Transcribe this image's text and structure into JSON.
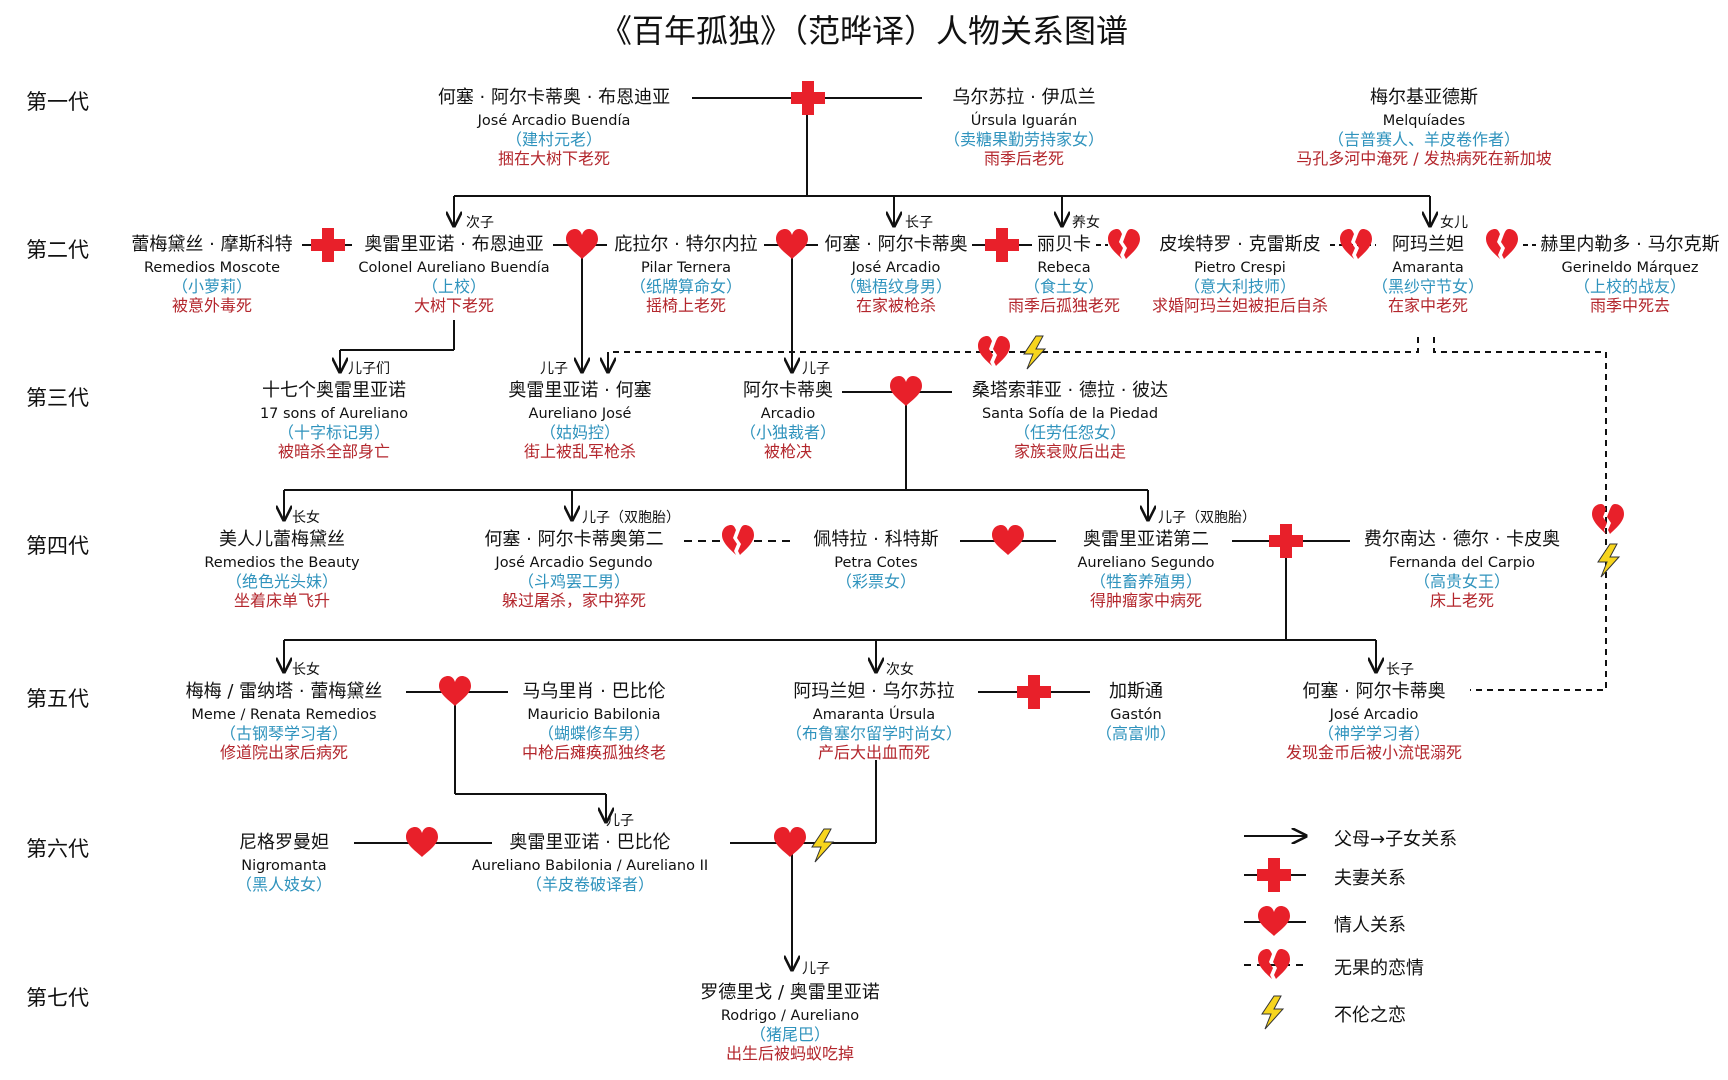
{
  "title": "《百年孤独》（范晔译）人物关系图谱",
  "generations": [
    "第一代",
    "第二代",
    "第三代",
    "第四代",
    "第五代",
    "第六代",
    "第七代"
  ],
  "people": {
    "jose_arcadio_buendia": {
      "zh": "何塞 · 阿尔卡蒂奥 · 布恩迪亚",
      "en": "José Arcadio Buendía",
      "nick": "（建村元老）",
      "fate": "捆在大树下老死"
    },
    "ursula": {
      "zh": "乌尔苏拉 · 伊瓜兰",
      "en": "Úrsula Iguarán",
      "nick": "（卖糖果勤劳持家女）",
      "fate": "雨季后老死"
    },
    "melquiades": {
      "zh": "梅尔基亚德斯",
      "en": "Melquíades",
      "nick": "（吉普赛人、羊皮卷作者）",
      "fate": "马孔多河中淹死 / 发热病死在新加坡"
    },
    "remedios_moscote": {
      "zh": "蕾梅黛丝 · 摩斯科特",
      "en": "Remedios Moscote",
      "nick": "（小萝莉）",
      "fate": "被意外毒死"
    },
    "colonel_aureliano": {
      "zh": "奥雷里亚诺 · 布恩迪亚",
      "en": "Colonel Aureliano Buendía",
      "nick": "（上校）",
      "fate": "大树下老死"
    },
    "pilar": {
      "zh": "庇拉尔 · 特尔内拉",
      "en": "Pilar Ternera",
      "nick": "（纸牌算命女）",
      "fate": "摇椅上老死"
    },
    "jose_arcadio": {
      "zh": "何塞 · 阿尔卡蒂奥",
      "en": "José Arcadio",
      "nick": "（魁梧纹身男）",
      "fate": "在家被枪杀"
    },
    "rebeca": {
      "zh": "丽贝卡",
      "en": "Rebeca",
      "nick": "（食土女）",
      "fate": "雨季后孤独老死"
    },
    "pietro": {
      "zh": "皮埃特罗 · 克雷斯皮",
      "en": "Pietro Crespi",
      "nick": "（意大利技师）",
      "fate": "求婚阿玛兰妲被拒后自杀"
    },
    "amaranta": {
      "zh": "阿玛兰妲",
      "en": "Amaranta",
      "nick": "（黑纱守节女）",
      "fate": "在家中老死"
    },
    "gerineldo": {
      "zh": "赫里内勒多 · 马尔克斯",
      "en": "Gerineldo Márquez",
      "nick": "（上校的战友）",
      "fate": "雨季中死去"
    },
    "seventeen": {
      "zh": "十七个奥雷里亚诺",
      "en": "17 sons of Aureliano",
      "nick": "（十字标记男）",
      "fate": "被暗杀全部身亡"
    },
    "aureliano_jose": {
      "zh": "奥雷里亚诺 · 何塞",
      "en": "Aureliano José",
      "nick": "（姑妈控）",
      "fate": "街上被乱军枪杀"
    },
    "arcadio": {
      "zh": "阿尔卡蒂奥",
      "en": "Arcadio",
      "nick": "（小独裁者）",
      "fate": "被枪决"
    },
    "santa_sofia": {
      "zh": "桑塔索菲亚 · 德拉 · 彼达",
      "en": "Santa Sofía de la Piedad",
      "nick": "（任劳任怨女）",
      "fate": "家族衰败后出走"
    },
    "remedios_beauty": {
      "zh": "美人儿蕾梅黛丝",
      "en": "Remedios the Beauty",
      "nick": "（绝色光头妹）",
      "fate": "坐着床单飞升"
    },
    "ja_segundo": {
      "zh": "何塞 · 阿尔卡蒂奥第二",
      "en": "José Arcadio Segundo",
      "nick": "（斗鸡罢工男）",
      "fate": "躲过屠杀，家中猝死"
    },
    "petra": {
      "zh": "佩特拉 · 科特斯",
      "en": "Petra Cotes",
      "nick": "（彩票女）",
      "fate": ""
    },
    "aureliano_segundo": {
      "zh": "奥雷里亚诺第二",
      "en": "Aureliano Segundo",
      "nick": "（牲畜养殖男）",
      "fate": "得肿瘤家中病死"
    },
    "fernanda": {
      "zh": "费尔南达 · 德尔 · 卡皮奥",
      "en": "Fernanda del Carpio",
      "nick": "（高贵女王）",
      "fate": "床上老死"
    },
    "meme": {
      "zh": "梅梅 / 雷纳塔 · 蕾梅黛丝",
      "en": "Meme / Renata Remedios",
      "nick": "（古钢琴学习者）",
      "fate": "修道院出家后病死"
    },
    "mauricio": {
      "zh": "马乌里肖 · 巴比伦",
      "en": "Mauricio Babilonia",
      "nick": "（蝴蝶修车男）",
      "fate": "中枪后瘫痪孤独终老"
    },
    "amaranta_ursula": {
      "zh": "阿玛兰妲 · 乌尔苏拉",
      "en": "Amaranta Úrsula",
      "nick": "（布鲁塞尔留学时尚女）",
      "fate": "产后大出血而死"
    },
    "gaston": {
      "zh": "加斯通",
      "en": "Gastón",
      "nick": "（高富帅）",
      "fate": ""
    },
    "jose_arcadio_5": {
      "zh": "何塞 · 阿尔卡蒂奥",
      "en": "José Arcadio",
      "nick": "（神学学习者）",
      "fate": "发现金币后被小流氓溺死"
    },
    "nigromanta": {
      "zh": "尼格罗曼妲",
      "en": "Nigromanta",
      "nick": "（黑人妓女）",
      "fate": ""
    },
    "aureliano_babilonia": {
      "zh": "奥雷里亚诺 · 巴比伦",
      "en": "Aureliano Babilonia / Aureliano II",
      "nick": "（羊皮卷破译者）",
      "fate": ""
    },
    "rodrigo": {
      "zh": "罗德里戈 / 奥雷里亚诺",
      "en": "Rodrigo / Aureliano",
      "nick": "（猪尾巴）",
      "fate": "出生后被蚂蚁吃掉"
    }
  },
  "relation_labels": {
    "second_son": "次子",
    "eldest_son": "长子",
    "adopted_daughter": "养女",
    "daughter": "女儿",
    "sons": "儿子们",
    "son": "儿子",
    "twin_son": "儿子（双胞胎）",
    "eldest_daughter": "长女",
    "second_daughter": "次女"
  },
  "legend": [
    {
      "label": "父母→子女关系",
      "symbol": "arrow"
    },
    {
      "label": "夫妻关系",
      "symbol": "cross"
    },
    {
      "label": "情人关系",
      "symbol": "heart"
    },
    {
      "label": "无果的恋情",
      "symbol": "broken-heart"
    },
    {
      "label": "不伦之恋",
      "symbol": "lightning"
    }
  ],
  "colors": {
    "line": "#111111",
    "cross": "#e8202a",
    "heart": "#e8202a",
    "nickname": "#2f93bd",
    "fate": "#b3262c",
    "lightning_fill": "#f7d51d"
  }
}
